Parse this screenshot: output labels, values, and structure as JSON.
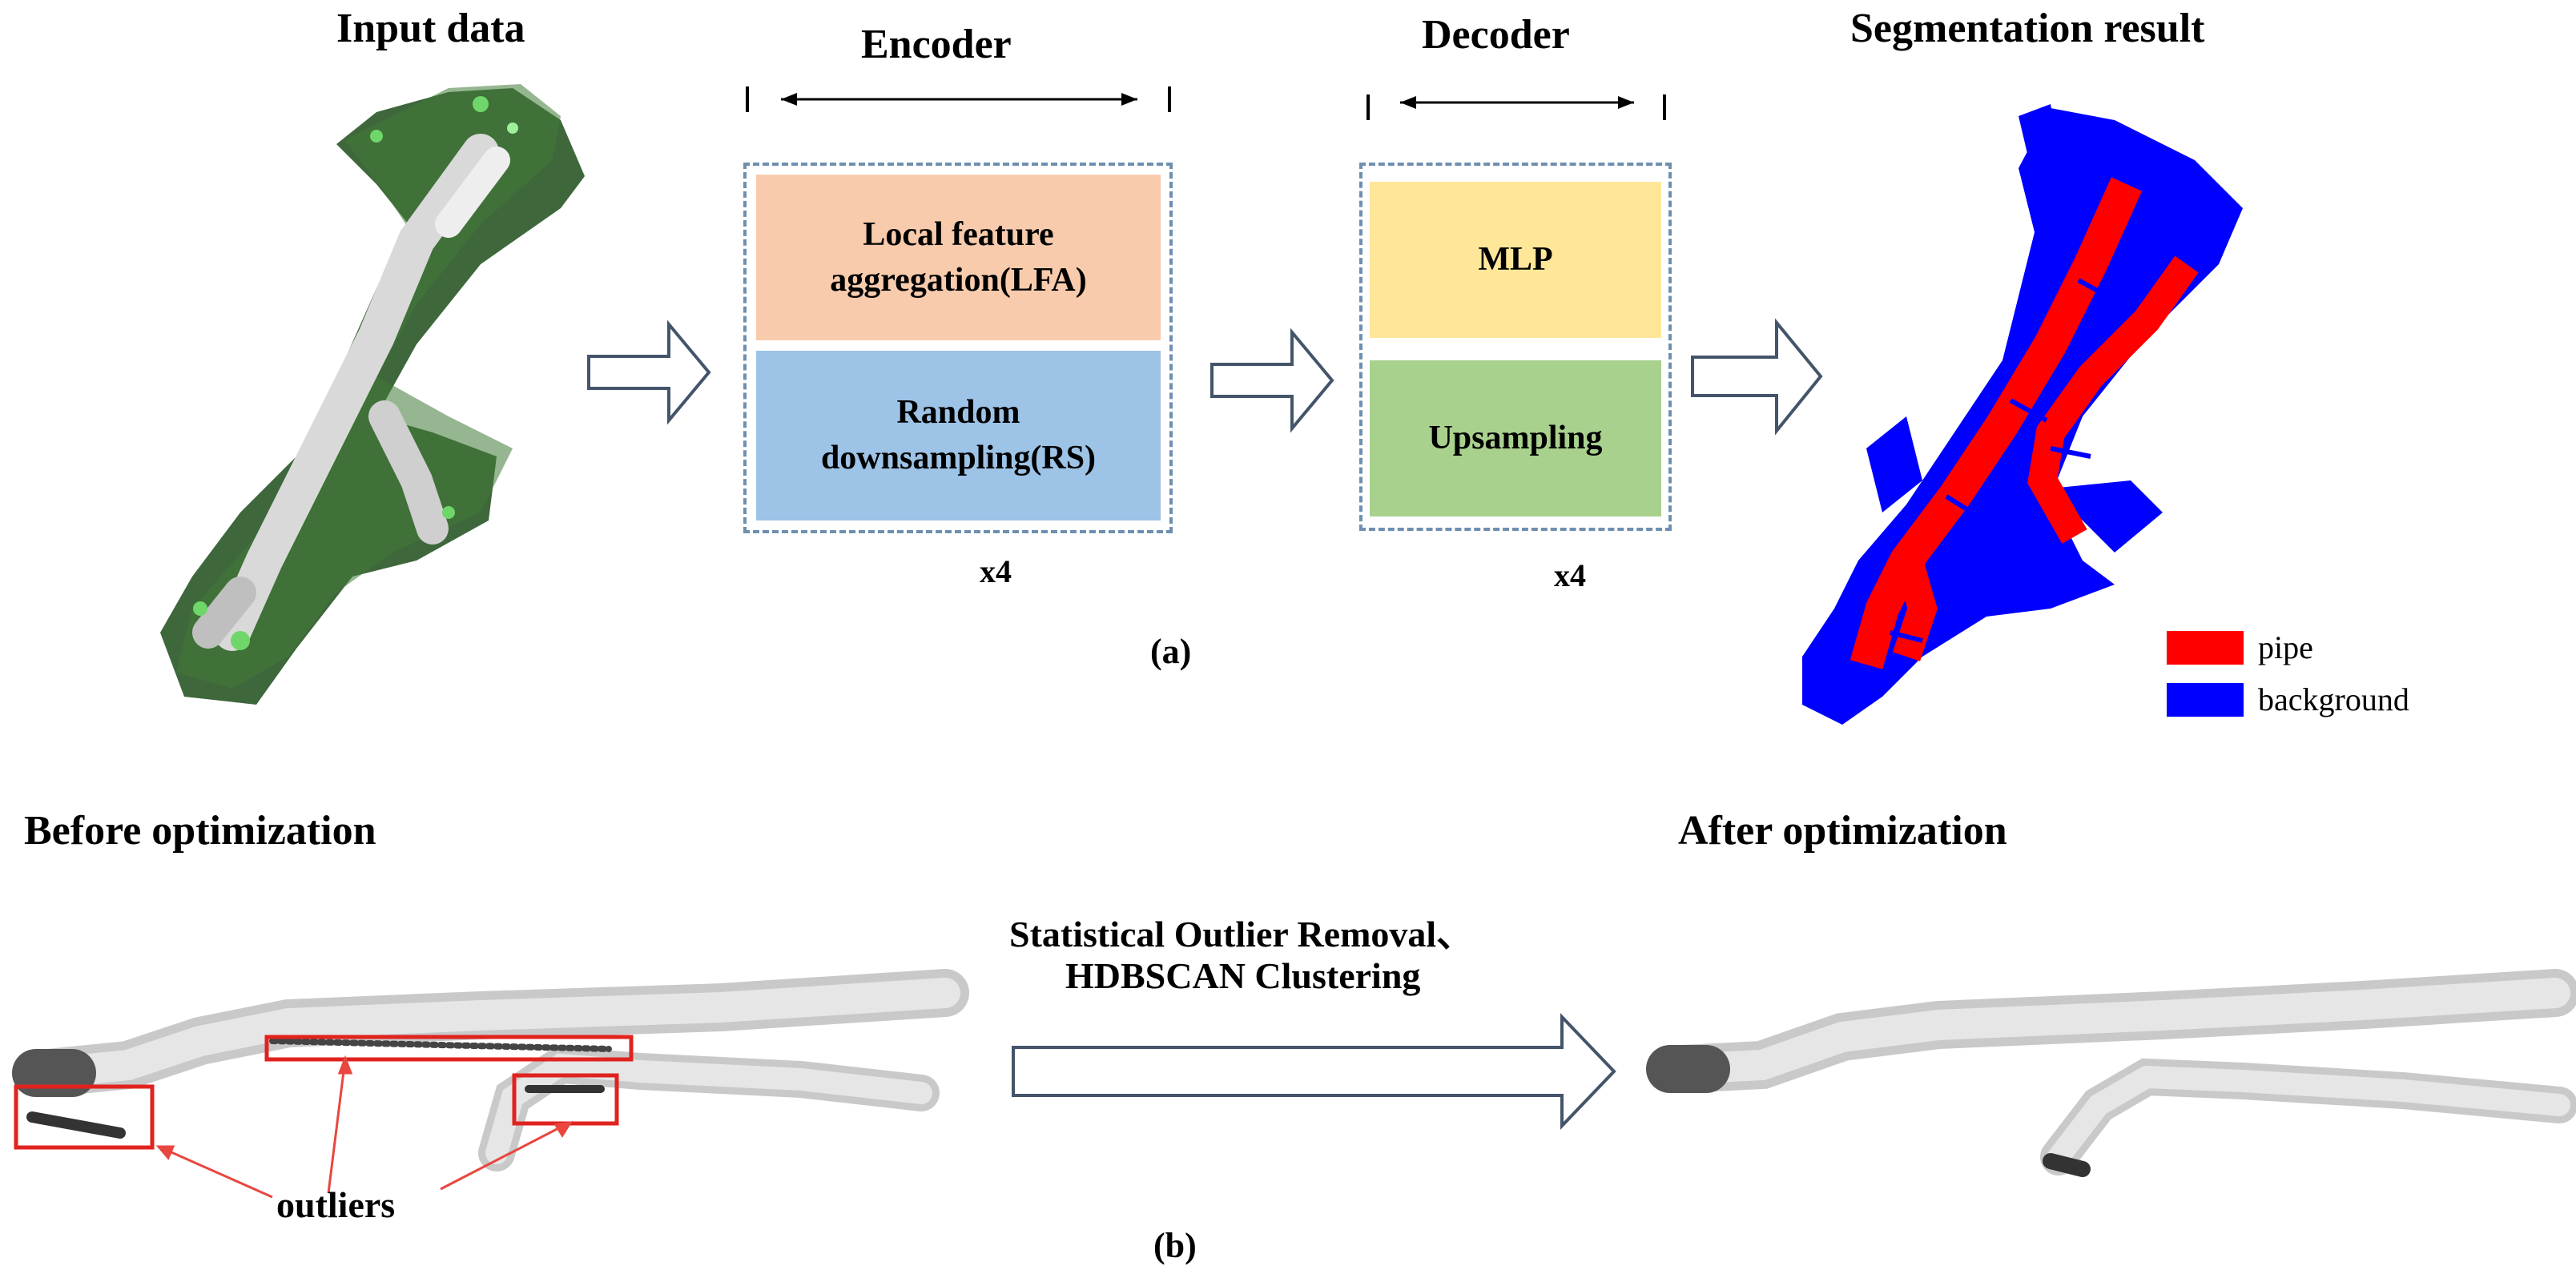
{
  "part_a": {
    "input_title": "Input data",
    "encoder_title": "Encoder",
    "decoder_title": "Decoder",
    "result_title": "Segmentation result",
    "encoder_blocks": [
      "Local feature aggregation(LFA)",
      "Random downsampling(RS)"
    ],
    "decoder_blocks": [
      "MLP",
      "Upsampling"
    ],
    "encoder_repeat": "x4",
    "decoder_repeat": "x4",
    "caption": "(a)",
    "legend": [
      {
        "label": "pipe",
        "color": "#ff0000"
      },
      {
        "label": "background",
        "color": "#0000ff"
      }
    ]
  },
  "part_b": {
    "before_title": "Before optimization",
    "after_title": "After optimization",
    "method_line1": "Statistical Outlier Removal、",
    "method_line2": "HDBSCAN Clustering",
    "outlier_label": "outliers",
    "caption": "(b)"
  },
  "colors": {
    "lfa": "#f8cbad",
    "rs": "#9dc3e6",
    "mlp": "#ffe699",
    "upsampling": "#a9d18e",
    "dash_border": "#6f8fb1",
    "outlier_box": "#e0231e",
    "pipe": "#ff0000",
    "background": "#0000ff"
  }
}
